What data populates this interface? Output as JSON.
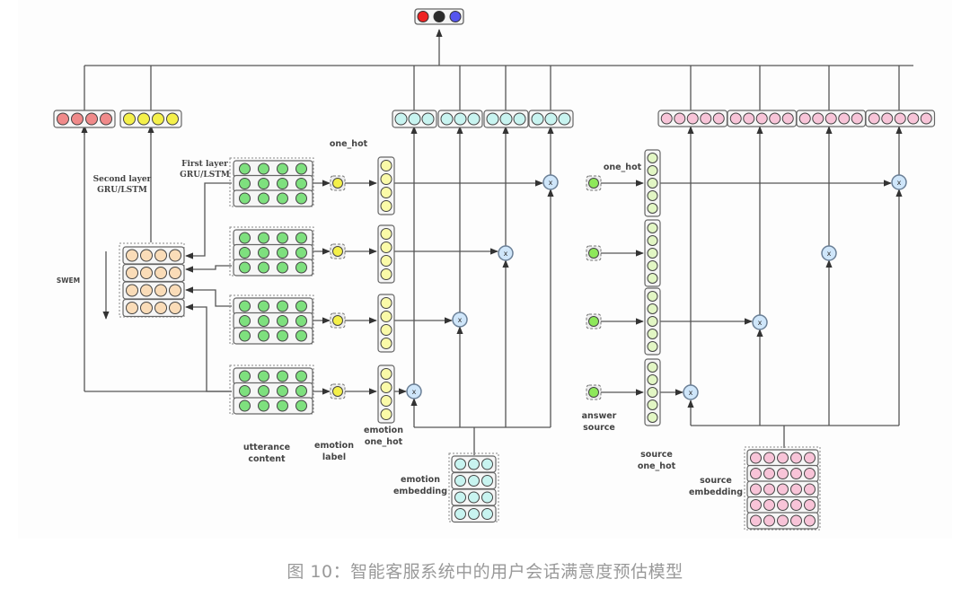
{
  "caption": "图 10：智能客服系统中的用户会话满意度预估模型",
  "colors": {
    "output_red": "#ee2222",
    "output_black": "#2a2a2a",
    "output_blue": "#5555ee",
    "pink_red": "#f08a8a",
    "yellow": "#f4f04a",
    "peach": "#fadcb8",
    "green": "#7ee07e",
    "pale_yellow": "#fafaa8",
    "cyan": "#c8f4f0",
    "pink": "#f8c4d8",
    "lime": "#8ee85a",
    "pale_green": "#e2f6c4",
    "multiply": "#cfe6fa",
    "line": "#555555"
  },
  "labels": {
    "second_layer": [
      "Second layer",
      "GRU/LSTM"
    ],
    "first_layer": [
      "First layer",
      "GRU/LSTM"
    ],
    "swem": "SWEM",
    "one_hot_left": "one_hot",
    "one_hot_right": "one_hot",
    "utterance_content": [
      "utterance",
      "content"
    ],
    "emotion_label": [
      "emotion",
      "label"
    ],
    "emotion_one_hot": [
      "emotion",
      "one_hot"
    ],
    "emotion_embedding": [
      "emotion",
      "embedding"
    ],
    "answer_source": [
      "answer",
      "source"
    ],
    "source_one_hot": [
      "source",
      "one_hot"
    ],
    "source_embedding": [
      "source",
      "embedding"
    ],
    "multiply_symbol": "x"
  },
  "nodes": {
    "output_vector": [
      "red",
      "black",
      "blue"
    ],
    "top_left_vectors": [
      {
        "color": "pink_red",
        "units": 4
      },
      {
        "color": "yellow",
        "units": 4
      }
    ],
    "emotion_output_vectors": 4,
    "emotion_output_units": 3,
    "source_output_vectors": 4,
    "source_output_units": 5,
    "utterance_rows": 4,
    "utterance_rnn_rows": 3,
    "utterance_units": 4,
    "swem_rows": 4,
    "emotion_onehot_units": 4,
    "source_onehot_units": 5,
    "emotion_embedding_rows": 4,
    "emotion_embedding_units": 3,
    "source_embedding_rows": 5,
    "source_embedding_units": 5
  }
}
